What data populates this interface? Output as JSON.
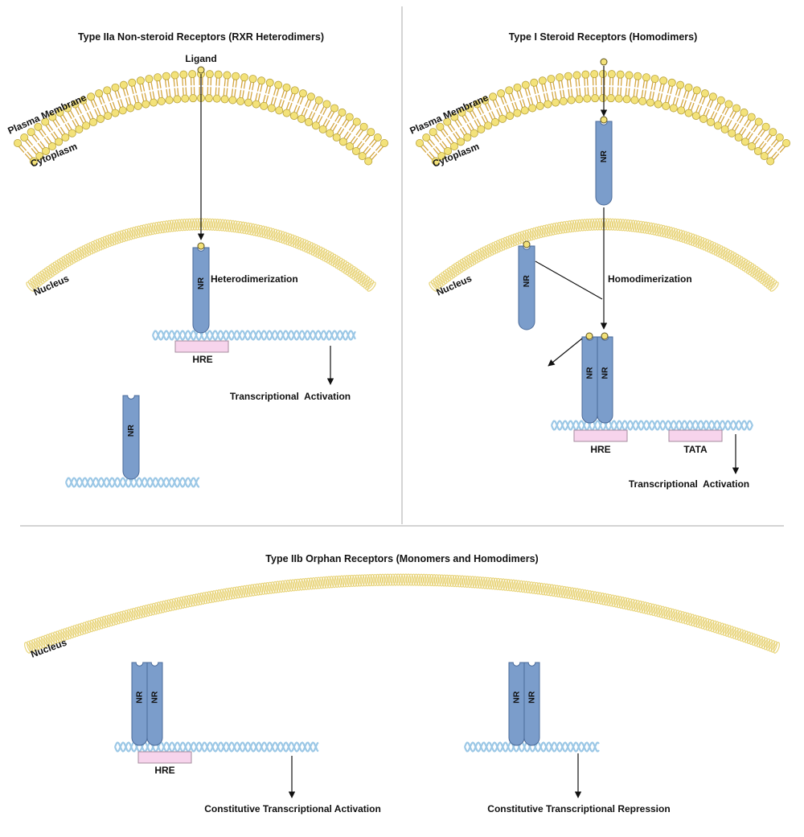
{
  "colors": {
    "lipid_head": "#f3e27a",
    "lipid_head_stroke": "#b9a23a",
    "lipid_tail": "#d4a640",
    "nucleus_ring": "#e8d47a",
    "receptor": "#7b9dcb",
    "receptor_stroke": "#4a6a99",
    "dna": "#9cc8e6",
    "hre_fill": "#f7d4ec",
    "hre_stroke": "#a48b9e",
    "ligand": "#f3e27a",
    "divider": "#aaaaaa",
    "arrow": "#111111"
  },
  "panels": {
    "type_iia": {
      "title": "Type IIa Non-steroid Receptors (RXR Heterodimers)",
      "ligand_label": "Ligand",
      "plasma_membrane_label": "Plasma Membrane",
      "cytoplasm_label": "Cytoplasm",
      "nucleus_label": "Nucleus",
      "step_label": "Heterodimerization",
      "hre_label": "HRE",
      "receptor_label": "NR",
      "outcome_label": "Transcriptional  Activation"
    },
    "type_i": {
      "title": "Type I Steroid Receptors (Homodimers)",
      "plasma_membrane_label": "Plasma Membrane",
      "cytoplasm_label": "Cytoplasm",
      "nucleus_label": "Nucleus",
      "step_label": "Homodimerization",
      "hre_label": "HRE",
      "tata_label": "TATA",
      "receptor_label": "NR",
      "outcome_label": "Transcriptional  Activation"
    },
    "type_iib": {
      "title": "Type IIb Orphan Receptors (Monomers and Homodimers)",
      "nucleus_label": "Nucleus",
      "hre_label": "HRE",
      "receptor_label": "NR",
      "outcome_left_label": "Constitutive Transcriptional Activation",
      "outcome_right_label": "Constitutive Transcriptional Repression"
    }
  }
}
